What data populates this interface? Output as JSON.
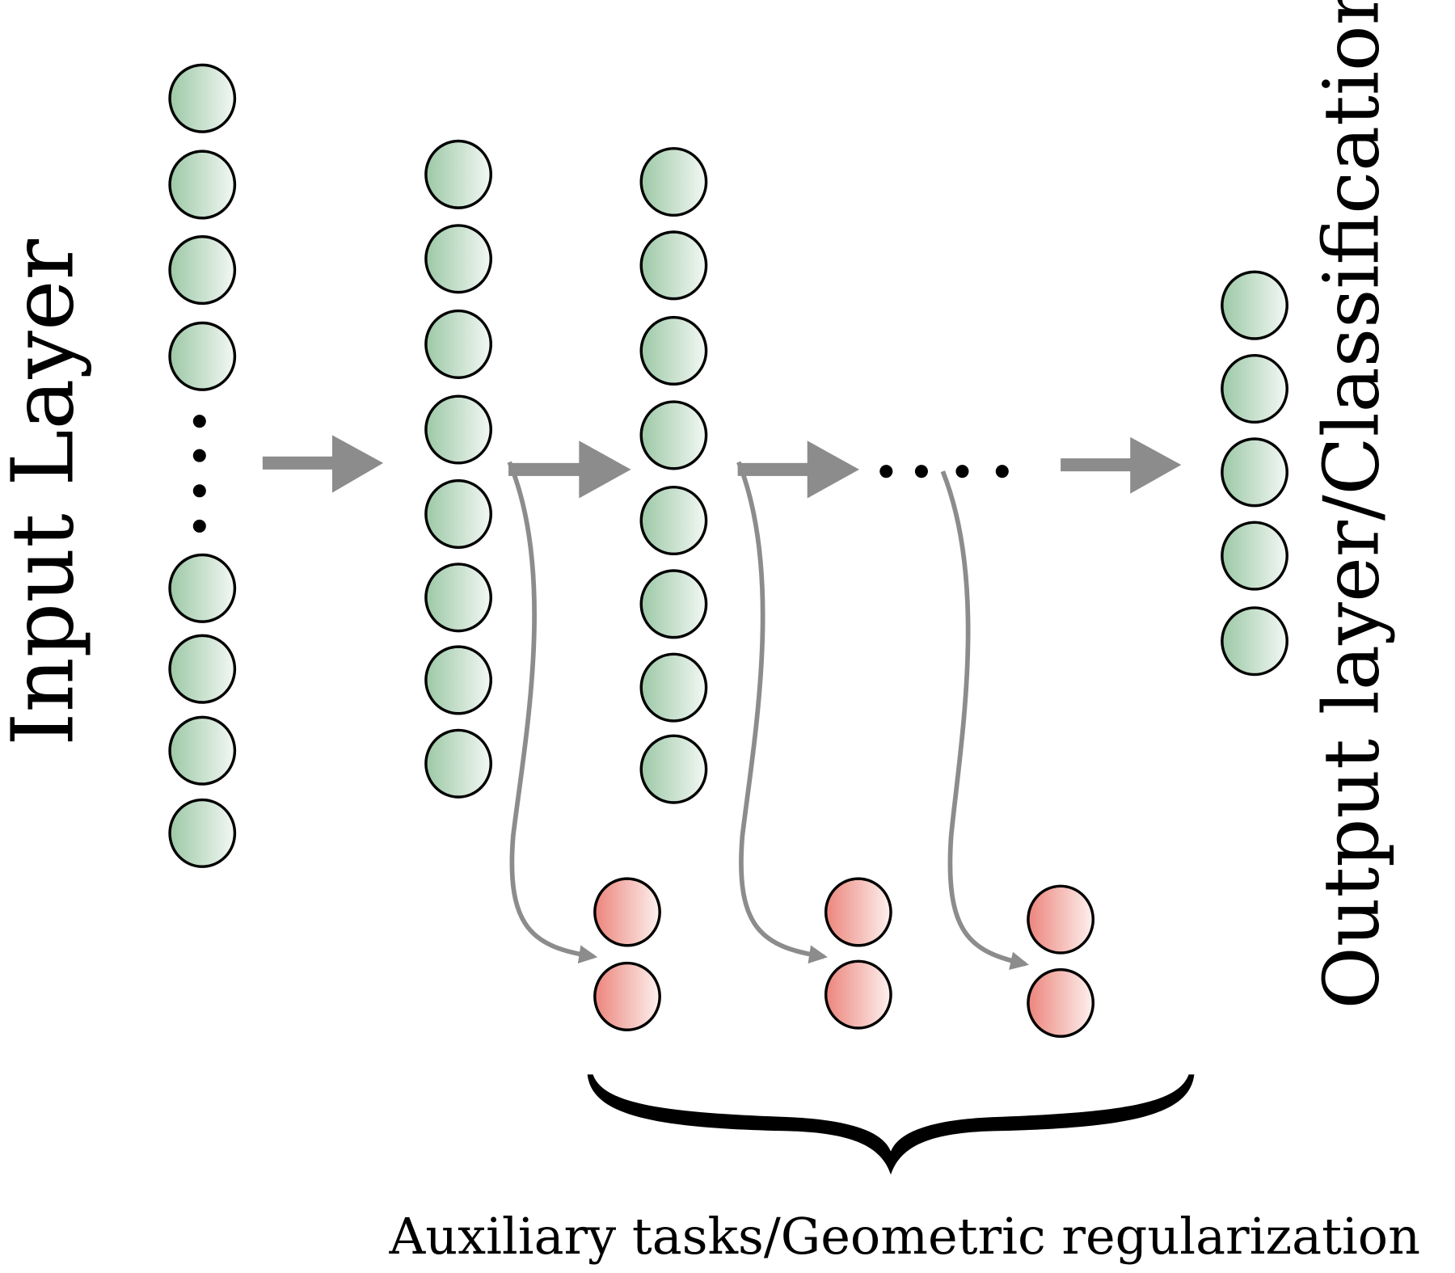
{
  "labels": {
    "input": "Input Layer",
    "output": "Output layer/Classification",
    "auxiliary": "Auxiliary tasks/Geometric regularization"
  },
  "colors": {
    "node_green": "#a9cfb0",
    "node_red": "#ef8f86",
    "arrow": "#8c8c8c"
  }
}
